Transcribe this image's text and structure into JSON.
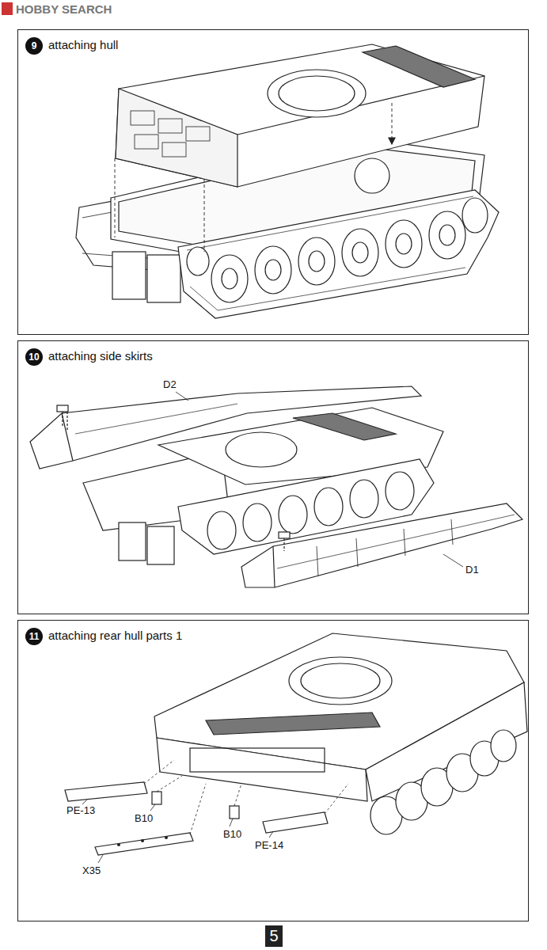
{
  "diagram": {
    "nodes": [
      {
        "text": [
          "attaching hull"
        ]
      },
      {
        "text": [
          "9"
        ],
        "in": 0
      },
      {
        "text": [
          "attaching side skirts"
        ]
      },
      {
        "text": [
          "10"
        ],
        "in": 2
      },
      {
        "text": [
          "attaching rear hull parts 1"
        ]
      },
      {
        "text": [
          "11"
        ],
        "in": 4
      },
      {
        "text": [
          "5"
        ]
      }
    ],
    "labels": [
      "HOBBY SEARCH",
      "D2",
      "D1",
      "PE-13",
      "B10",
      "X35",
      "B10",
      "PE-14"
    ]
  }
}
